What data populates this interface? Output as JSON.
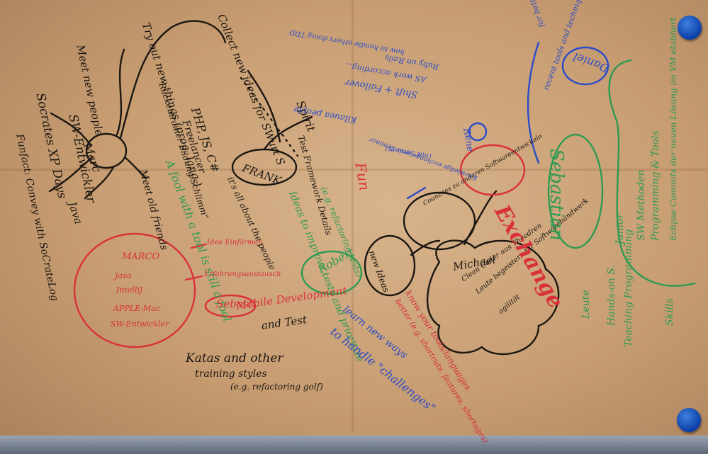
{
  "colors": {
    "paper": "#c89d72",
    "black_marker": "#1b1712",
    "red_marker": "#d8313a",
    "green_marker": "#2e9a52",
    "blue_marker": "#2b4cc8",
    "pin": "#0a3fa8"
  },
  "notes": {
    "marc": {
      "center": "Marc",
      "meet_new_people": "Meet new people",
      "try_out": "Try out new things (prog. lang.)",
      "collect_ideas": "Collect new ideas for SWurt S",
      "so_entwickler": "SW-Entwickler",
      "socrates": "Socrates XP Days",
      "funfact": "Funfact: Convey with SoCrateLog",
      "java": "Java",
      "meet_old": "Meet old friends"
    },
    "frank": {
      "center": "FRANK",
      "spirit": "Spirit",
      "bildung": "\"Rückentrainer Bildung Schlimm\"",
      "freelancer": "Freelancer",
      "langs": "PHP, JS, C#",
      "test_fw": "Test Framework Details",
      "talk_about": "it's all about the people",
      "fool": "A fool with a tool is still a fool"
    },
    "marco": {
      "center": "MARCO",
      "java": "Java",
      "intellij": "IntelliJ",
      "apple": "APPLE-Mac",
      "sw_entwickler": "SW-Entwickler",
      "idee": "Idee Einfärmen",
      "erfahrung": "Erfahrungsaustausch"
    },
    "sebi": {
      "center": "Sebasti",
      "mobile": "Mobile Development",
      "and_test": "and Test"
    },
    "robert": {
      "center": "Robert",
      "ideas": "Ideas to improve tests and prioritize",
      "tests": "(e.g. refactoring tests)"
    },
    "fun": "Fun",
    "katas": {
      "line1": "Katas and other",
      "line2": "training styles",
      "line3": "(e.g. refactoring golf)"
    },
    "learn": {
      "line1": "learn new ways",
      "line2": "to handle \"challenges\""
    },
    "tools": {
      "line1": "know your tools/languages",
      "line2": "better (e.g. shortcuts, features, shortages)"
    },
    "michael": {
      "center": "Michael",
      "new_ideas": "new Ideas",
      "countries": "Countries zu anderen Softwareentwickeln",
      "clean_coder": "Clean Coder aus Theodren",
      "leute": "Leute begeistern für Softwarehandwerk",
      "agil": "agilität"
    },
    "exchange": "Exchange",
    "sebastian": {
      "center": "Sebastian",
      "leute": "Leute",
      "hands_on": "Hands-on S.",
      "teaching": "Teaching Programming",
      "junior": "Junior",
      "sw_methoden": "SW Methoden",
      "programming_tools": "Programming & Tools",
      "eclipse": "Eclipse Commits der neuen Lösung im VM etabliert",
      "skills": "Skills"
    },
    "daniel": {
      "center": "Daniel",
      "recent": "recent tools and techniques",
      "better_quality": "for better quality",
      "shift": "Shift + Failover",
      "as_work": "AS work according...",
      "rubyonrails": "Ruby on Rails",
      "tdd": "how to handle others doing TDD",
      "kilauea": "Kilauea people",
      "rene": "Rene",
      "knowledge": "Knowledge exchange over Seminar",
      "seniors": "(mit Seniors)"
    }
  }
}
